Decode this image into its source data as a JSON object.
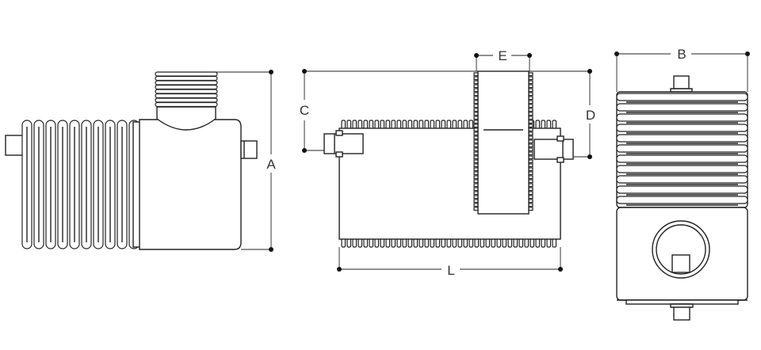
{
  "dimension_labels": {
    "height_total": "A",
    "width": "B",
    "inlet_height": "C",
    "riser_height": "D",
    "riser_width": "E",
    "length": "L"
  }
}
